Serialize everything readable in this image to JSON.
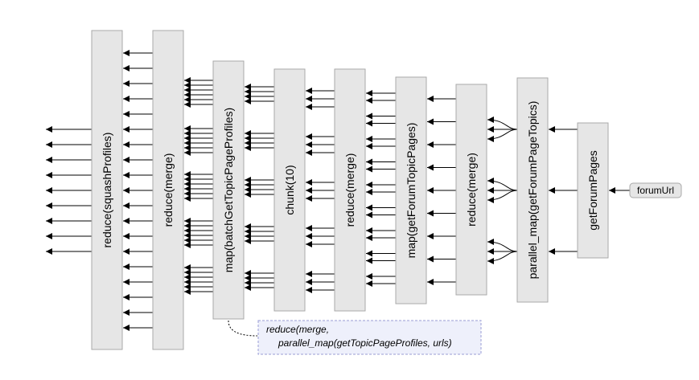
{
  "diagram": {
    "stages": [
      {
        "id": "reduce-squash-profiles",
        "label": "reduce(squashProfiles)"
      },
      {
        "id": "reduce-merge-1",
        "label": "reduce(merge)"
      },
      {
        "id": "map-batch-get-topic-page-profiles",
        "label": "map(batchGetTopicPageProfiles)"
      },
      {
        "id": "chunk-10",
        "label": "chunk(10)"
      },
      {
        "id": "reduce-merge-2",
        "label": "reduce(merge)"
      },
      {
        "id": "map-get-forum-topic-pages",
        "label": "map(getForumTopicPages)"
      },
      {
        "id": "reduce-merge-3",
        "label": "reduce(merge)"
      },
      {
        "id": "parallel-map-get-forum-page-topics",
        "label": "parallel_map(getForumPageTopics)"
      },
      {
        "id": "get-forum-pages",
        "label": "getForumPages"
      }
    ],
    "input": {
      "label": "forumUrl"
    },
    "note": {
      "line1": "reduce(merge,",
      "line2": "parallel_map(getTopicPageProfiles, urls)"
    },
    "colors": {
      "stage_fill": "#e6e6e6",
      "stage_border": "#a9a9a9",
      "note_fill": "#eef0fb",
      "note_border": "#9a9dd6",
      "edge": "#000000"
    }
  }
}
